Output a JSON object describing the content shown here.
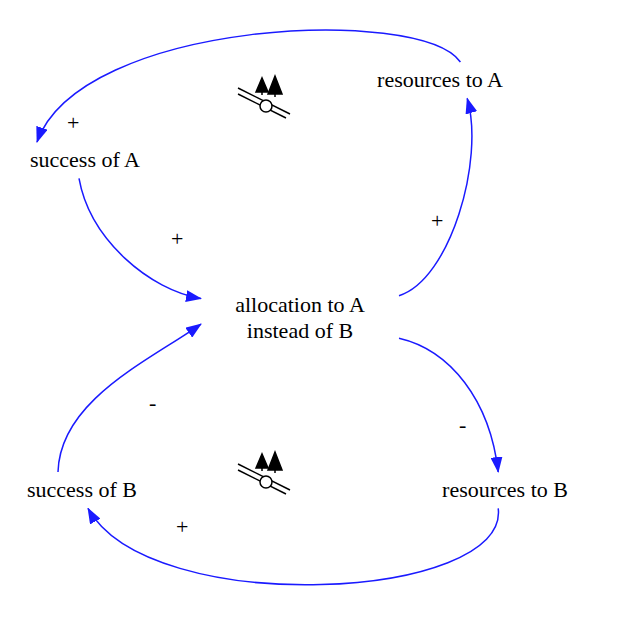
{
  "diagram": {
    "nodes": [
      {
        "text": [
          "resources to A"
        ]
      },
      {
        "text": [
          "success of A"
        ]
      },
      {
        "text": [
          "allocation to A instead of B"
        ]
      },
      {
        "text": [
          "success of B"
        ]
      },
      {
        "text": [
          "resources to B"
        ]
      }
    ],
    "edges": [
      {
        "from": 0,
        "to": 1,
        "arrow": "to",
        "label": "+"
      },
      {
        "from": 1,
        "to": 2,
        "arrow": "to",
        "label": "+"
      },
      {
        "from": 2,
        "to": 0,
        "arrow": "to",
        "label": "+"
      },
      {
        "from": 2,
        "to": 4,
        "arrow": "to",
        "label": "-"
      },
      {
        "from": 4,
        "to": 3,
        "arrow": "to",
        "label": "+"
      },
      {
        "from": 3,
        "to": 2,
        "arrow": "to",
        "label": "-"
      }
    ]
  }
}
